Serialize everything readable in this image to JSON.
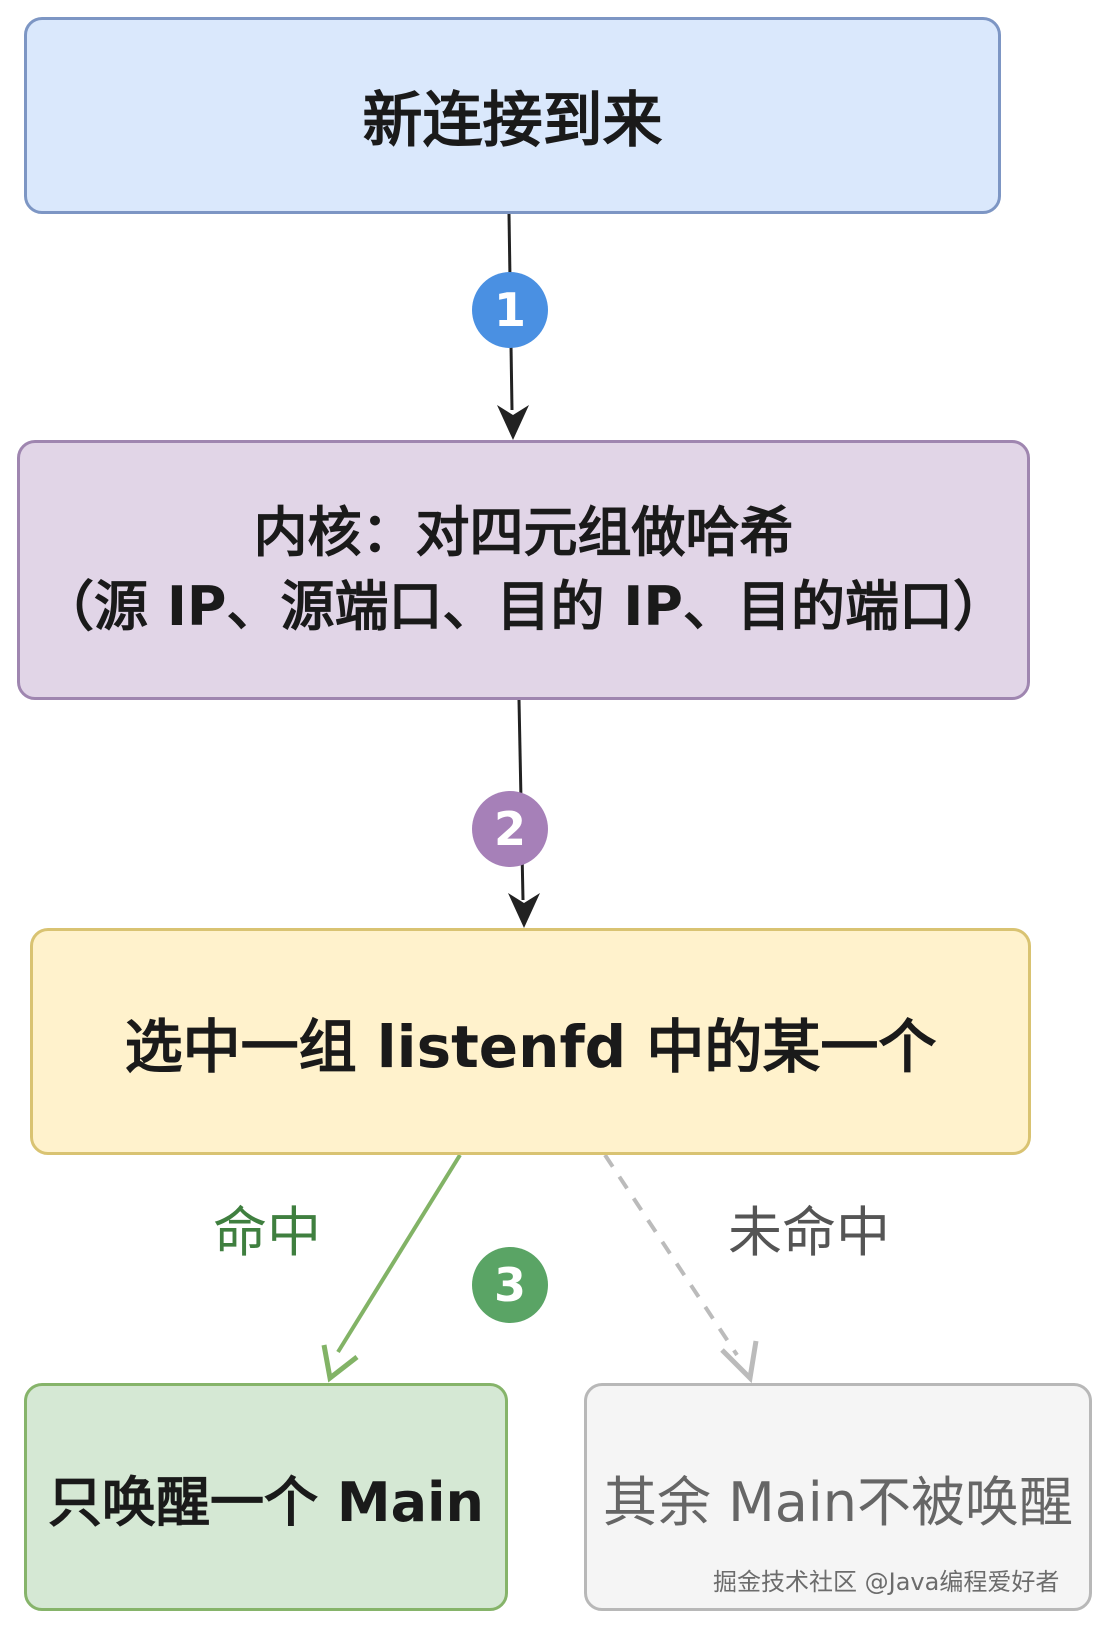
{
  "nodes": {
    "new_connection": "新连接到来",
    "kernel_hash_line1": "内核：对四元组做哈希",
    "kernel_hash_line2": "（源 IP、源端口、目的 IP、目的端口）",
    "select_listenfd": "选中一组 listenfd 中的某一个",
    "wake_one_main": "只唤醒一个 Main",
    "others_not_woken": "其余 Main不被唤醒"
  },
  "steps": {
    "step1": "1",
    "step2": "2",
    "step3": "3"
  },
  "edge_labels": {
    "hit": "命中",
    "miss": "未命中"
  },
  "watermark": "掘金技术社区 @Java编程爱好者",
  "colors": {
    "box_blue_fill": "#dae8fc",
    "box_purple_fill": "#e1d5e7",
    "box_yellow_fill": "#fff2cc",
    "box_green_fill": "#d5e8d4",
    "box_gray_fill": "#f5f5f5",
    "badge_blue": "#4a90e2",
    "badge_purple": "#a680b8",
    "badge_green": "#5aa465",
    "hit_edge": "#82b366",
    "miss_edge": "#bbbbbb"
  }
}
